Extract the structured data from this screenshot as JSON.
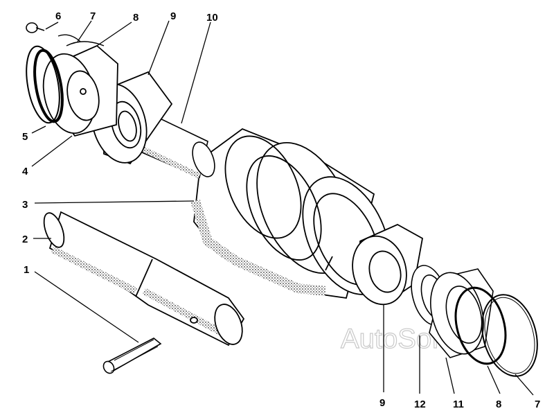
{
  "labels": {
    "l1": "1",
    "l2": "2",
    "l3": "3",
    "l4": "4",
    "l5": "5",
    "l6": "6",
    "l7_top": "7",
    "l8_top": "8",
    "l9_top": "9",
    "l10": "10",
    "l9_bottom": "9",
    "l12": "12",
    "l11": "11",
    "l8_bottom": "8",
    "l7_bottom": "7"
  },
  "watermark": "AutoSoft",
  "colors": {
    "ink": "#000000",
    "paper": "#ffffff",
    "shade": "#555555",
    "watermark": "#c8c8c8"
  }
}
